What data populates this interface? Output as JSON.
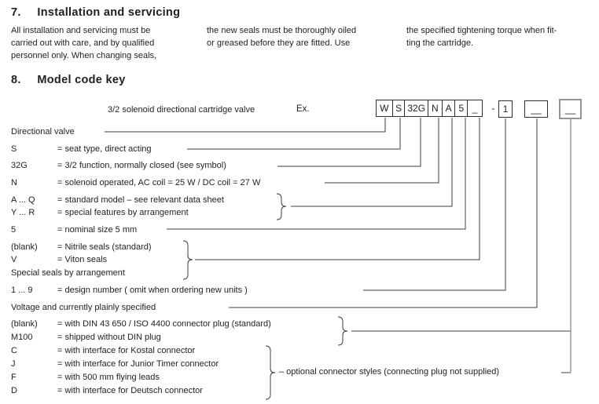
{
  "section7": {
    "number": "7.",
    "title": "Installation and servicing",
    "col1": "All installation and servicing  must be\ncarried out with care, and by qualified\npersonnel only. When changing seals,",
    "col2": "the new seals must be thoroughly oiled\nor greased before they are fitted. Use",
    "col3": "the specified tightening torque when fit-\nting the cartridge."
  },
  "section8": {
    "number": "8.",
    "title": "Model code key",
    "caption": "3/2 solenoid directional cartridge valve",
    "example_label": "Ex.",
    "code": {
      "segments": [
        "W",
        "S",
        "32G",
        "N",
        "A",
        "5",
        "_"
      ],
      "separator": "-",
      "design_number": "1",
      "blank1": "__",
      "blank2": "__"
    },
    "rows": [
      {
        "key": "Directional valve",
        "desc": ""
      },
      {
        "key": "S",
        "desc": "= seat type, direct acting"
      },
      {
        "key": "32G",
        "desc": "= 3/2 function, normally closed (see symbol)"
      },
      {
        "key": "N",
        "desc": "= solenoid operated, AC coil = 25 W  / DC coil = 27 W"
      },
      {
        "key": "A ... Q",
        "desc": "= standard  model – see relevant data sheet"
      },
      {
        "key": "Y ... R",
        "desc": "= special features by arrangement"
      },
      {
        "key": "5",
        "desc": "= nominal size 5 mm"
      },
      {
        "key": "(blank)",
        "desc": "= Nitrile seals (standard)"
      },
      {
        "key": "V",
        "desc": "= Viton seals"
      },
      {
        "key": "Special seals by arrangement",
        "desc": ""
      },
      {
        "key": "1 ... 9",
        "desc": "= design number ( omit when ordering new units )"
      },
      {
        "key": "Voltage and currently plainly specified",
        "desc": ""
      },
      {
        "key": "(blank)",
        "desc": "= with DIN 43 650 / ISO 4400 connector plug (standard)"
      },
      {
        "key": "M100",
        "desc": "= shipped without DIN plug"
      },
      {
        "key": "C",
        "desc": "= with interface for Kostal connector"
      },
      {
        "key": "J",
        "desc": "= with interface for Junior Timer connector"
      },
      {
        "key": "F",
        "desc": "= with 500 mm flying leads"
      },
      {
        "key": "D",
        "desc": "= with interface for Deutsch connector"
      }
    ],
    "annotation": "– optional connector styles (connecting plug not supplied)"
  },
  "colors": {
    "text": "#1f1f1f",
    "line": "#3c3c3c",
    "gray_box": "#949494"
  }
}
